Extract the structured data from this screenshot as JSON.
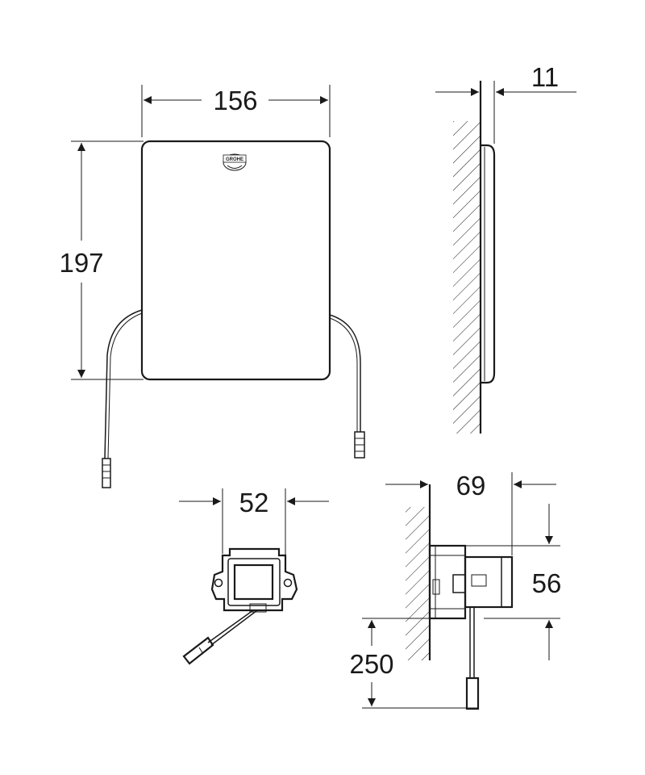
{
  "brand": "GROHE",
  "dimensions": {
    "width_front": "156",
    "height_front": "197",
    "depth_side": "11",
    "box_width": "52",
    "box_depth": "69",
    "box_height": "56",
    "cable_length": "250"
  },
  "colors": {
    "line": "#1a1a1a",
    "background": "#ffffff"
  }
}
